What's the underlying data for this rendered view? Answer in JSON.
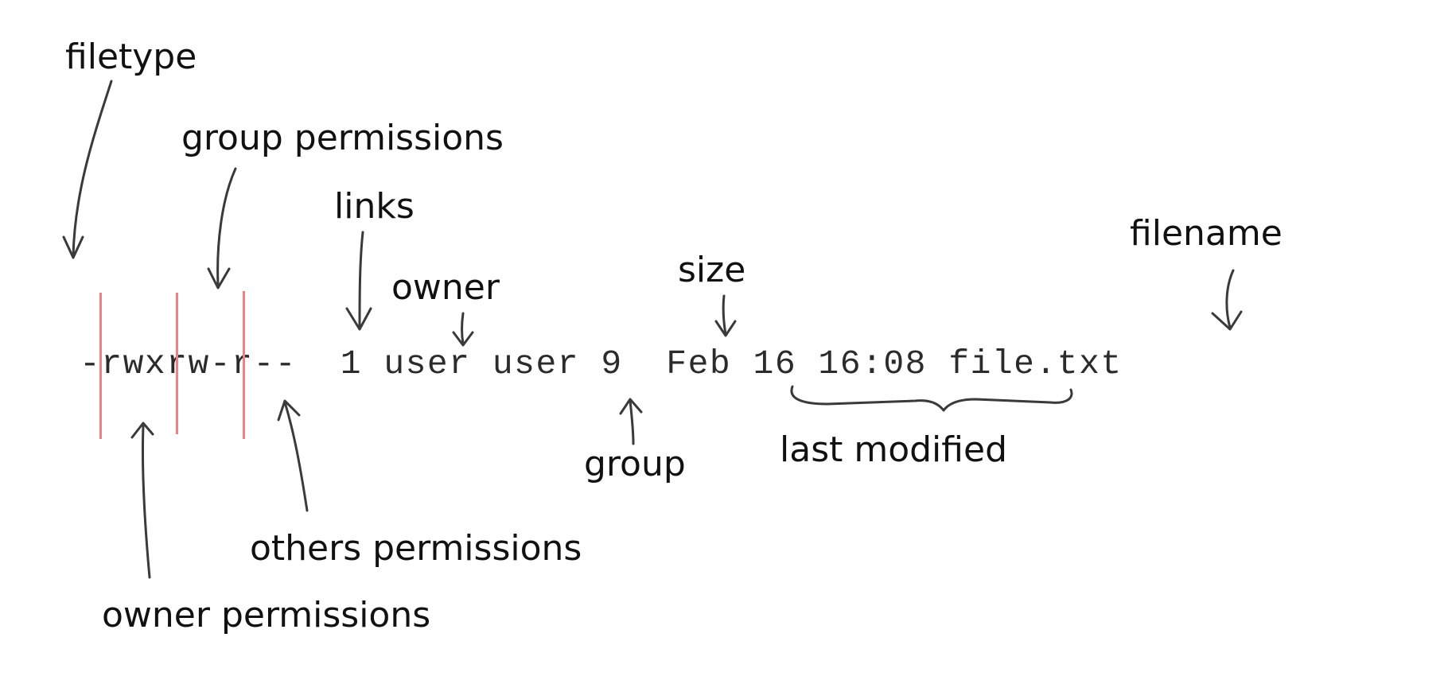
{
  "ls_line": {
    "filetype": "-",
    "owner_perms": "rwx",
    "group_perms": "rw-",
    "others_perms": "r--",
    "gap1": "  ",
    "links": "1",
    "owner": "user",
    "group": "user",
    "size": "9",
    "date": "Feb 16 16:08",
    "filename": "file.txt"
  },
  "labels": {
    "filetype": "filetype",
    "group_permissions": "group permissions",
    "links": "links",
    "owner": "owner",
    "size": "size",
    "filename": "filename",
    "group": "group",
    "last_modified": "last modified",
    "others_permissions": "others permissions",
    "owner_permissions": "owner permissions"
  },
  "colors": {
    "separator": "#f07f86",
    "arrow": "#3a3a3a",
    "text": "#111111"
  }
}
